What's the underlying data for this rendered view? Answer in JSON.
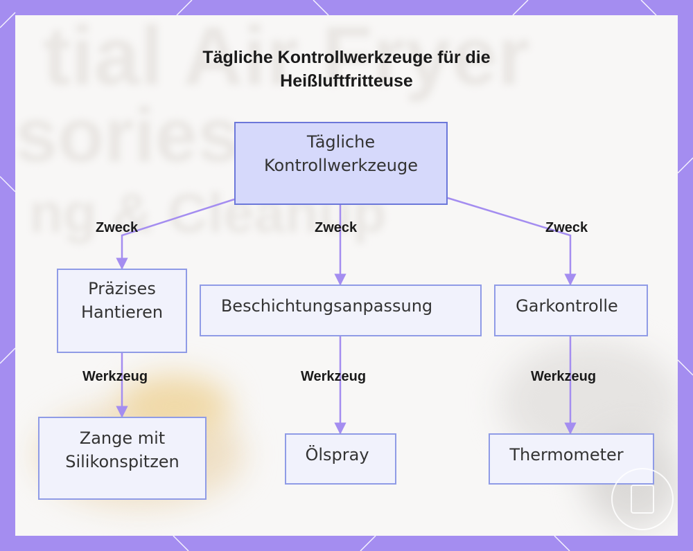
{
  "title": "Tägliche Kontrollwerkzeuge für die Heißluftfritteuse",
  "background_text": [
    "tial Air Fryer",
    "sories",
    "ng & Cleanup"
  ],
  "colors": {
    "frame": "#a48df0",
    "edge": "#a48df0",
    "node_fill": "#f1f2fc",
    "node_border": "#8f9be6",
    "root_fill": "#d6d9fb",
    "root_border": "#6b77d9"
  },
  "nodes": {
    "root": "Tägliche Kontrollwerkzeuge",
    "handling": "Präzises Hantieren",
    "coating": "Beschichtungsanpassung",
    "cooking": "Garkontrolle",
    "tongs": "Zange mit Silikonspitzen",
    "spray": "Ölspray",
    "thermometer": "Thermometer"
  },
  "edge_labels": {
    "purpose_left": "Zweck",
    "purpose_mid": "Zweck",
    "purpose_right": "Zweck",
    "tool_left": "Werkzeug",
    "tool_mid": "Werkzeug",
    "tool_right": "Werkzeug"
  },
  "watermark_icon": "document-stamp-icon"
}
